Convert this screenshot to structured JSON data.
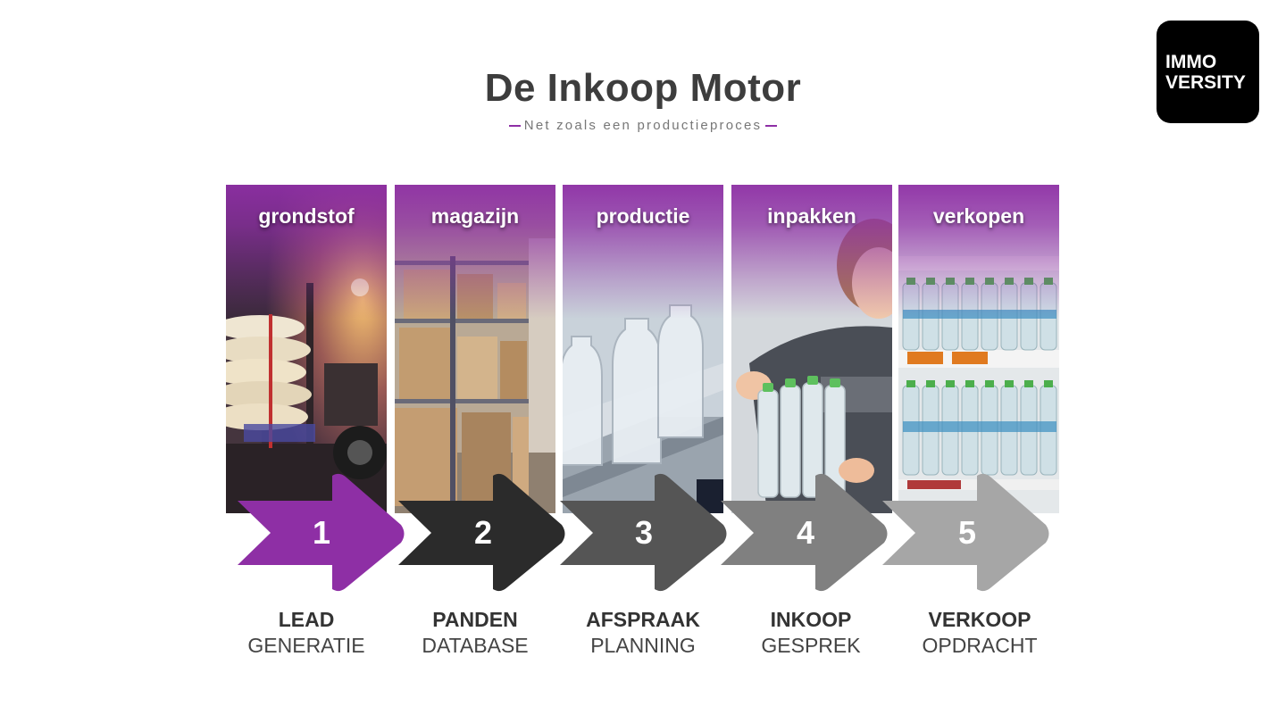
{
  "logo": {
    "line1": "IMMO",
    "line2": "VERSITY"
  },
  "title": "De Inkoop Motor",
  "subtitle": "Net zoals een productieproces",
  "colors": {
    "accent": "#8e2fa5",
    "arrow_1": "#8e2fa5",
    "arrow_2": "#2b2b2b",
    "arrow_3": "#555555",
    "arrow_4": "#808080",
    "arrow_5": "#a6a6a6"
  },
  "steps": [
    {
      "number": "1",
      "panel_label": "grondstof",
      "caption_bold": "LEAD",
      "caption_regular": "GENERATIE",
      "image": "forklift-sacks-photo"
    },
    {
      "number": "2",
      "panel_label": "magazijn",
      "caption_bold": "PANDEN",
      "caption_regular": "DATABASE",
      "image": "warehouse-shelves-photo"
    },
    {
      "number": "3",
      "panel_label": "productie",
      "caption_bold": "AFSPRAAK",
      "caption_regular": "PLANNING",
      "image": "bottle-production-photo"
    },
    {
      "number": "4",
      "panel_label": "inpakken",
      "caption_bold": "INKOOP",
      "caption_regular": "GESPREK",
      "image": "worker-packing-photo"
    },
    {
      "number": "5",
      "panel_label": "verkopen",
      "caption_bold": "VERKOOP",
      "caption_regular": "OPDRACHT",
      "image": "supermarket-shelf-photo"
    }
  ]
}
